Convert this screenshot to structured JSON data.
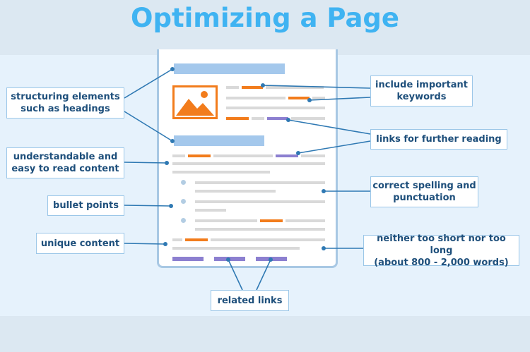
{
  "title": "Optimizing a Page",
  "labels": {
    "structuring": "structuring elements\nsuch as headings",
    "understandable": "understandable and\neasy to read content",
    "bullets": "bullet points",
    "unique": "unique content",
    "keywords": "include important\nkeywords",
    "further_links": "links for further reading",
    "spelling": "correct spelling and\npunctuation",
    "length": "neither too short nor too long\n(about 800 - 2,000 words)",
    "related": "related links"
  },
  "colors": {
    "title": "#3fb3f2",
    "accent_orange": "#f27c1c",
    "link_purple": "#8c7fd0",
    "heading_bar": "#a4c8ec",
    "connector": "#2f79b3",
    "label_text": "#1e4f7b"
  },
  "icons": {
    "image": "image-placeholder-icon"
  }
}
